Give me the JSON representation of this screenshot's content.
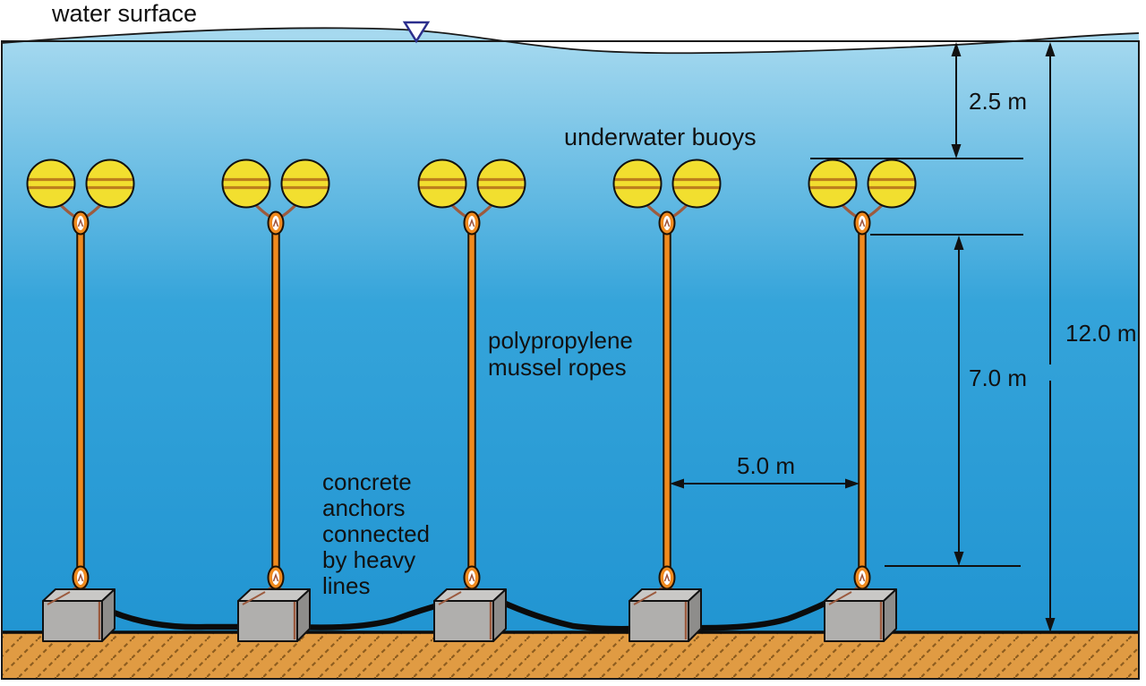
{
  "labels": {
    "water_surface": "water surface",
    "underwater_buoys": "underwater buoys",
    "mussel_ropes": {
      "lines": [
        "polypropylene",
        "mussel ropes"
      ]
    },
    "anchors": {
      "lines": [
        "concrete",
        "anchors",
        "connected",
        "by heavy",
        "lines"
      ]
    }
  },
  "dimensions": {
    "surface_to_buoys": "2.5 m",
    "rope_length": "7.0 m",
    "total_depth": "12.0 m",
    "anchor_spacing": "5.0 m"
  },
  "structure": {
    "mooring_count": 5,
    "buoys_per_mooring": 2
  },
  "colors": {
    "water_top": "#A6D9EF",
    "water_mid": "#35A4DA",
    "water_deep": "#1F93D1",
    "buoy": "#F2DF2F",
    "buoy_stripe": "#BE7F1C",
    "rope": "#F08A1E",
    "rope_outline": "#241505",
    "bridle": "#9C5B3F",
    "anchor_front": "#B0AFAD",
    "anchor_top": "#C9C8C6",
    "anchor_side": "#8E8D8B",
    "seabed": "#E09B43",
    "seabed_hatch": "#8E5D1F",
    "heavy_line": "#0B0B0B",
    "level_marker": "#2B2E8C"
  }
}
